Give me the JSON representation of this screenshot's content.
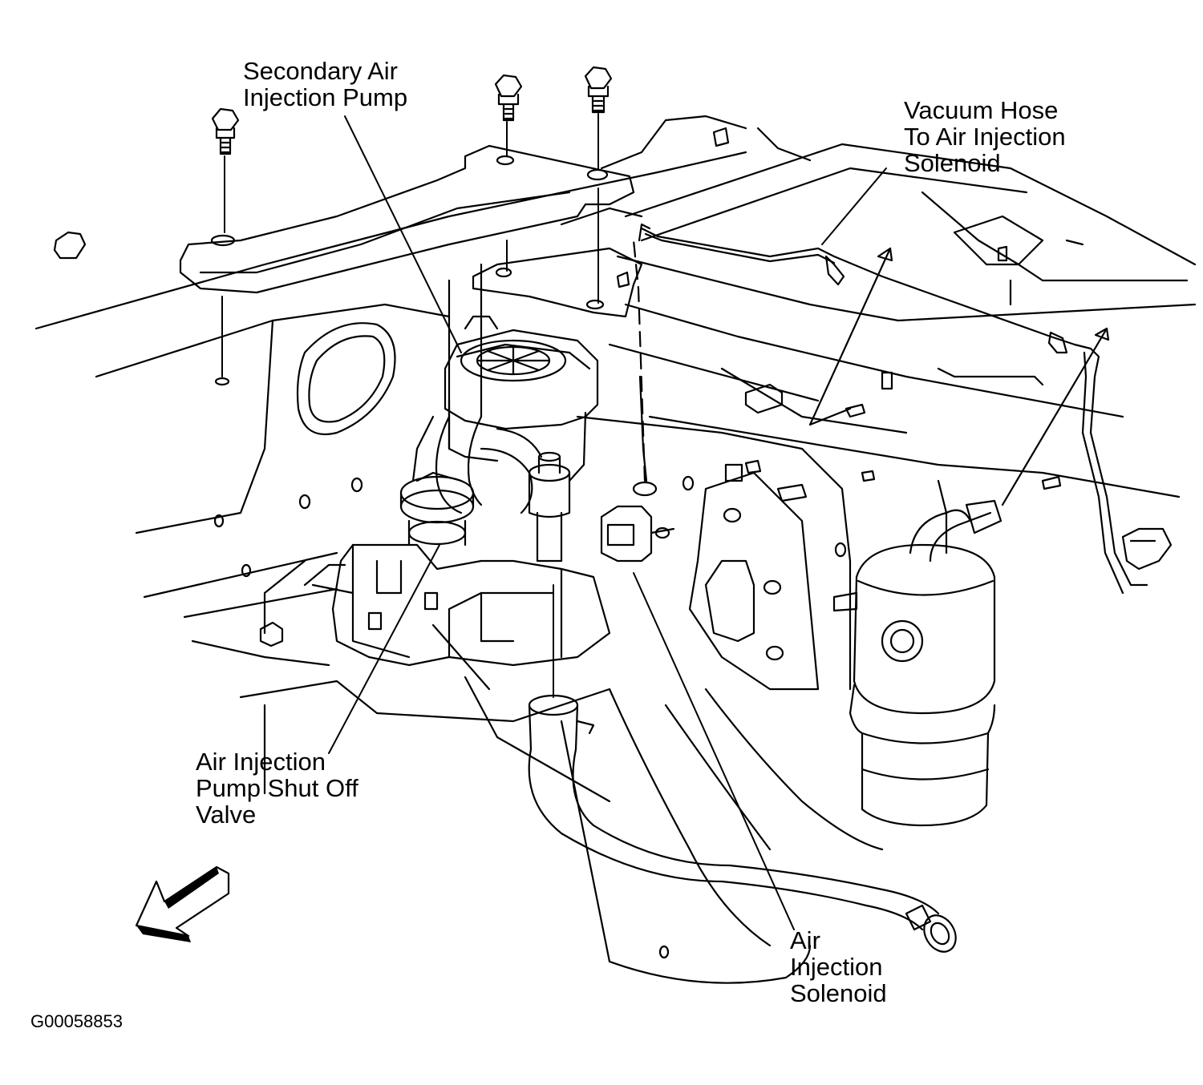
{
  "labels": {
    "secondary_pump": [
      "Secondary Air",
      "Injection Pump"
    ],
    "vacuum_hose": [
      "Vacuum Hose",
      "To Air Injection",
      "Solenoid"
    ],
    "shutoff_valve": [
      "Air Injection",
      "Pump Shut Off",
      "Valve"
    ],
    "solenoid": [
      "Air",
      "Injection",
      "Solenoid"
    ]
  },
  "figure_id": "G00058853",
  "colors": {
    "ink": "#000000",
    "paper": "#ffffff"
  },
  "icons": {
    "direction_arrow": "front-arrow-icon"
  }
}
